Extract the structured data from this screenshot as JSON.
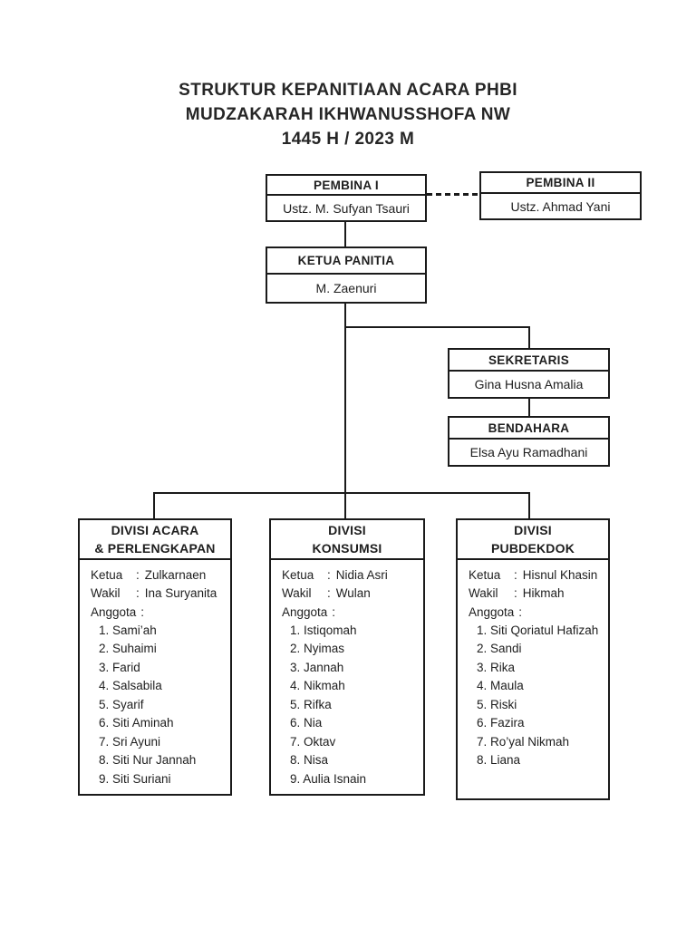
{
  "title": {
    "line1": "STRUKTUR KEPANITIAAN ACARA PHBI",
    "line2": "MUDZAKARAH IKHWANUSSHOFA NW",
    "line3": "1445 H / 2023 M"
  },
  "colors": {
    "background": "#ffffff",
    "ink": "#1e1e1e",
    "border": "#1a1a1a"
  },
  "org": {
    "pembina1": {
      "title": "PEMBINA I",
      "name": "Ustz. M. Sufyan Tsauri"
    },
    "pembina2": {
      "title": "PEMBINA II",
      "name": "Ustz. Ahmad Yani"
    },
    "ketua_panitia": {
      "title": "KETUA PANITIA",
      "name": "M. Zaenuri"
    },
    "sekretaris": {
      "title": "SEKRETARIS",
      "name": "Gina Husna Amalia"
    },
    "bendahara": {
      "title": "BENDAHARA",
      "name": "Elsa Ayu Ramadhani"
    }
  },
  "labels": {
    "ketua": "Ketua",
    "wakil": "Wakil",
    "anggota": "Anggota",
    "colon": ":"
  },
  "divisions": [
    {
      "title_line1": "DIVISI ACARA",
      "title_line2": "& PERLENGKAPAN",
      "ketua": "Zulkarnaen",
      "wakil": "Ina Suryanita",
      "members": [
        "1. Sami’ah",
        "2. Suhaimi",
        "3. Farid",
        "4. Salsabila",
        "5. Syarif",
        "6. Siti Aminah",
        "7. Sri Ayuni",
        "8. Siti Nur Jannah",
        "9. Siti Suriani"
      ]
    },
    {
      "title_line1": "DIVISI",
      "title_line2": "KONSUMSI",
      "ketua": "Nidia Asri",
      "wakil": "Wulan",
      "members": [
        "1. Istiqomah",
        "2. Nyimas",
        "3. Jannah",
        "4. Nikmah",
        "5. Rifka",
        "6. Nia",
        "7. Oktav",
        "8. Nisa",
        "9. Aulia Isnain"
      ]
    },
    {
      "title_line1": "DIVISI",
      "title_line2": "PUBDEKDOK",
      "ketua": "Hisnul Khasin",
      "wakil": "Hikmah",
      "members": [
        "1. Siti Qoriatul Hafizah",
        "2. Sandi",
        "3. Rika",
        "4. Maula",
        "5. Riski",
        "6. Fazira",
        "7. Ro’yal Nikmah",
        "8. Liana"
      ]
    }
  ]
}
